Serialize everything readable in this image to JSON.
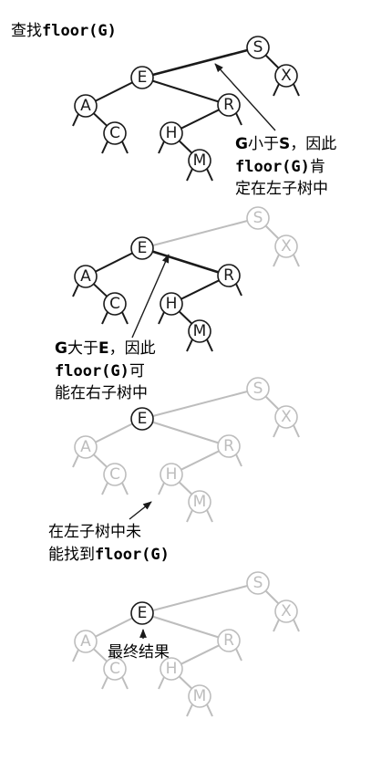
{
  "title": {
    "prefix": "查找",
    "code": "floor(G)"
  },
  "colors": {
    "dark": "#1a1a1a",
    "faded": "#bdbdbd"
  },
  "panels": [
    {
      "nodes": {
        "S": "S",
        "E": "E",
        "X": "X",
        "A": "A",
        "R": "R",
        "C": "C",
        "H": "H",
        "M": "M"
      },
      "note": {
        "line1": {
          "k1": "G",
          "t1": "小于",
          "k2": "S",
          "t2": "，因此"
        },
        "line2": {
          "code": "floor(G)",
          "t": "肯"
        },
        "line3": "定在左子树中"
      }
    },
    {
      "nodes": {
        "S": "S",
        "E": "E",
        "X": "X",
        "A": "A",
        "R": "R",
        "C": "C",
        "H": "H",
        "M": "M"
      },
      "note": {
        "line1": {
          "k1": "G",
          "t1": "大于",
          "k2": "E",
          "t2": "，因此"
        },
        "line2": {
          "code": "floor(G)",
          "t": "可"
        },
        "line3": "能在右子树中"
      }
    },
    {
      "nodes": {
        "S": "S",
        "E": "E",
        "X": "X",
        "A": "A",
        "R": "R",
        "C": "C",
        "H": "H",
        "M": "M"
      },
      "note": {
        "line1": "在左子树中未",
        "line2": {
          "t": "能找到",
          "code": "floor(G)"
        }
      }
    },
    {
      "nodes": {
        "S": "S",
        "E": "E",
        "X": "X",
        "A": "A",
        "R": "R",
        "C": "C",
        "H": "H",
        "M": "M"
      },
      "note": {
        "line1": "最终结果"
      }
    }
  ]
}
